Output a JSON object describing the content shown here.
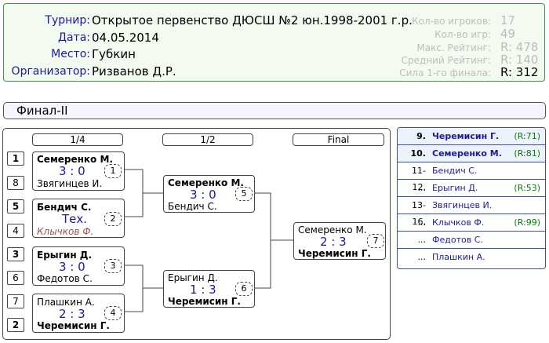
{
  "header": {
    "rows": [
      {
        "label": "Турнир:",
        "value": "Открытое первенство ДЮСШ №2 юн.1998-2001 г.р."
      },
      {
        "label": "Дата:",
        "value": "04.05.2014"
      },
      {
        "label": "Место:",
        "value": "Губкин"
      },
      {
        "label": "Организатор:",
        "value": "Ризванов Д.Р."
      }
    ],
    "stats": [
      {
        "label": "Кол-во игроков:",
        "value": "17"
      },
      {
        "label": "Кол-во игр:",
        "value": "49"
      },
      {
        "label": "Макс. Рейтинг:",
        "value": "R: 478"
      },
      {
        "label": "Средний Рейтинг:",
        "value": "R: 140"
      },
      {
        "label": "Сила 1-го финала:",
        "value": "R: 312"
      }
    ]
  },
  "section": {
    "title": "Финал-II"
  },
  "bracket": {
    "rounds": [
      "1/4",
      "1/2",
      "Final"
    ],
    "quarterfinals": [
      {
        "seed_top": "1",
        "seed_bottom": "8",
        "top": "Семеренко М.",
        "bottom": "Звягинцев И.",
        "score": "3 : 0",
        "match_no": "1"
      },
      {
        "seed_top": "5",
        "seed_bottom": "4",
        "top": "Бендич С.",
        "bottom": "Клычков Ф.",
        "score": "Тех.",
        "match_no": "2"
      },
      {
        "seed_top": "3",
        "seed_bottom": "6",
        "top": "Ерыгин Д.",
        "bottom": "Федотов С.",
        "score": "3 : 0",
        "match_no": "3"
      },
      {
        "seed_top": "7",
        "seed_bottom": "2",
        "top": "Плашкин А.",
        "bottom": "Черемисин Г.",
        "score": "2 : 3",
        "match_no": "4"
      }
    ],
    "semifinals": [
      {
        "top": "Семеренко М.",
        "bottom": "Бендич С.",
        "score": "3 : 0",
        "match_no": "5"
      },
      {
        "top": "Ерыгин Д.",
        "bottom": "Черемисин Г.",
        "score": "1 : 3",
        "match_no": "6"
      }
    ],
    "final": {
      "top": "Семеренко М.",
      "bottom": "Черемисин Г.",
      "score": "2 : 3",
      "match_no": "7"
    }
  },
  "standings": [
    {
      "place": "9.",
      "name": "Черемисин Г.",
      "rating": "(R:71)"
    },
    {
      "place": "10.",
      "name": "Семеренко М.",
      "rating": "(R:81)"
    },
    {
      "place": "11-12.",
      "name": "Бендич С.",
      "rating": ""
    },
    {
      "place": "...",
      "name": "Ерыгин Д.",
      "rating": "(R:53)"
    },
    {
      "place": "13-16.",
      "name": "Звягинцев И.",
      "rating": ""
    },
    {
      "place": "...",
      "name": "Клычков Ф.",
      "rating": "(R:99)"
    },
    {
      "place": "...",
      "name": "Федотов С.",
      "rating": ""
    },
    {
      "place": "...",
      "name": "Плашкин А.",
      "rating": ""
    }
  ],
  "colors": {
    "label_blue": "#1a1aa0",
    "rating_green": "#0d7a0d",
    "header_bg": "#f3fbf1",
    "header_border": "#3f9a45",
    "muted_gray": "#bdbdbd"
  }
}
